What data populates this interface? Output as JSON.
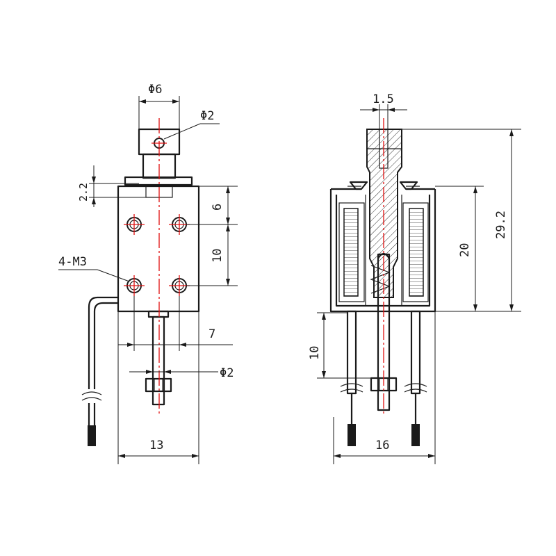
{
  "front_view": {
    "phi6": "Φ6",
    "phi2_top": "Φ2",
    "dim_2_2": "2.2",
    "dim_6": "6",
    "dim_10_right": "10",
    "holes": "4-M3",
    "dim_7": "7",
    "phi2_bottom": "Φ2",
    "dim_13": "13"
  },
  "side_view": {
    "dim_1_5": "1.5",
    "dim_29_2": "29.2",
    "dim_20": "20",
    "dim_10": "10",
    "dim_16": "16"
  },
  "colors": {
    "line": "#1a1a1a",
    "centerline": "#e01010"
  }
}
